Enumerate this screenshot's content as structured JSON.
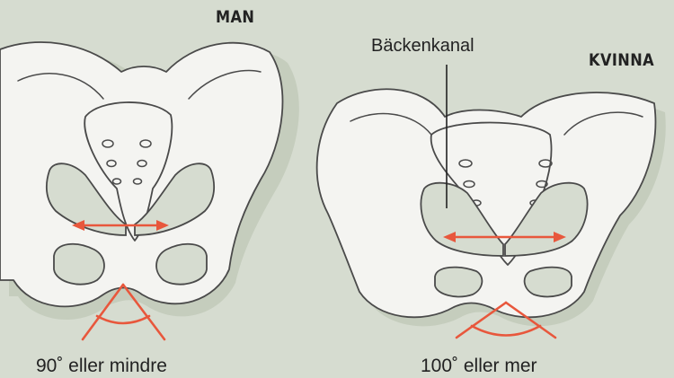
{
  "labels": {
    "man_title": "MAN",
    "woman_title": "KVINNA",
    "pelvic_canal": "Bäckenkanal",
    "man_angle": "90˚ eller mindre",
    "woman_angle": "100˚ eller mer"
  },
  "colors": {
    "background": "#d6dcd0",
    "shadow": "#c5cdbd",
    "bone": "#f4f4f1",
    "outline": "#4a4a4a",
    "arrow": "#e8573c"
  }
}
